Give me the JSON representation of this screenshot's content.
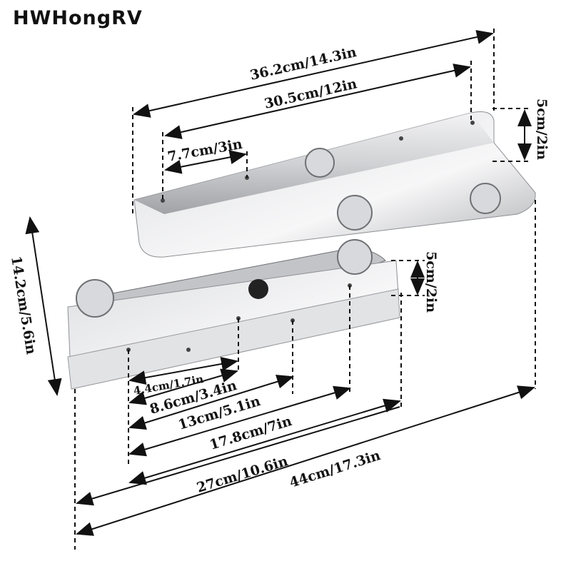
{
  "brand": "HWHongRV",
  "dimensions": {
    "overall_top_length": "36.2cm/14.3in",
    "top_hole_span": "30.5cm/12in",
    "top_hole_offset": "7.7cm/3in",
    "top_plate_height": "5cm/2in",
    "bottom_plate_height": "5cm/2in",
    "side_height": "14.2cm/5.6in",
    "hole_1": "4.4cm/1.7in",
    "hole_2": "8.6cm/3.4in",
    "hole_3": "13cm/5.1in",
    "hole_4": "17.8cm/7in",
    "bottom_plate_length": "27cm/10.6in",
    "overall_length": "44cm/17.3in"
  },
  "colors": {
    "steel_light": "#e9e9ea",
    "steel_mid": "#b8b9bc",
    "steel_dark": "#6e7074",
    "ink": "#111111"
  }
}
